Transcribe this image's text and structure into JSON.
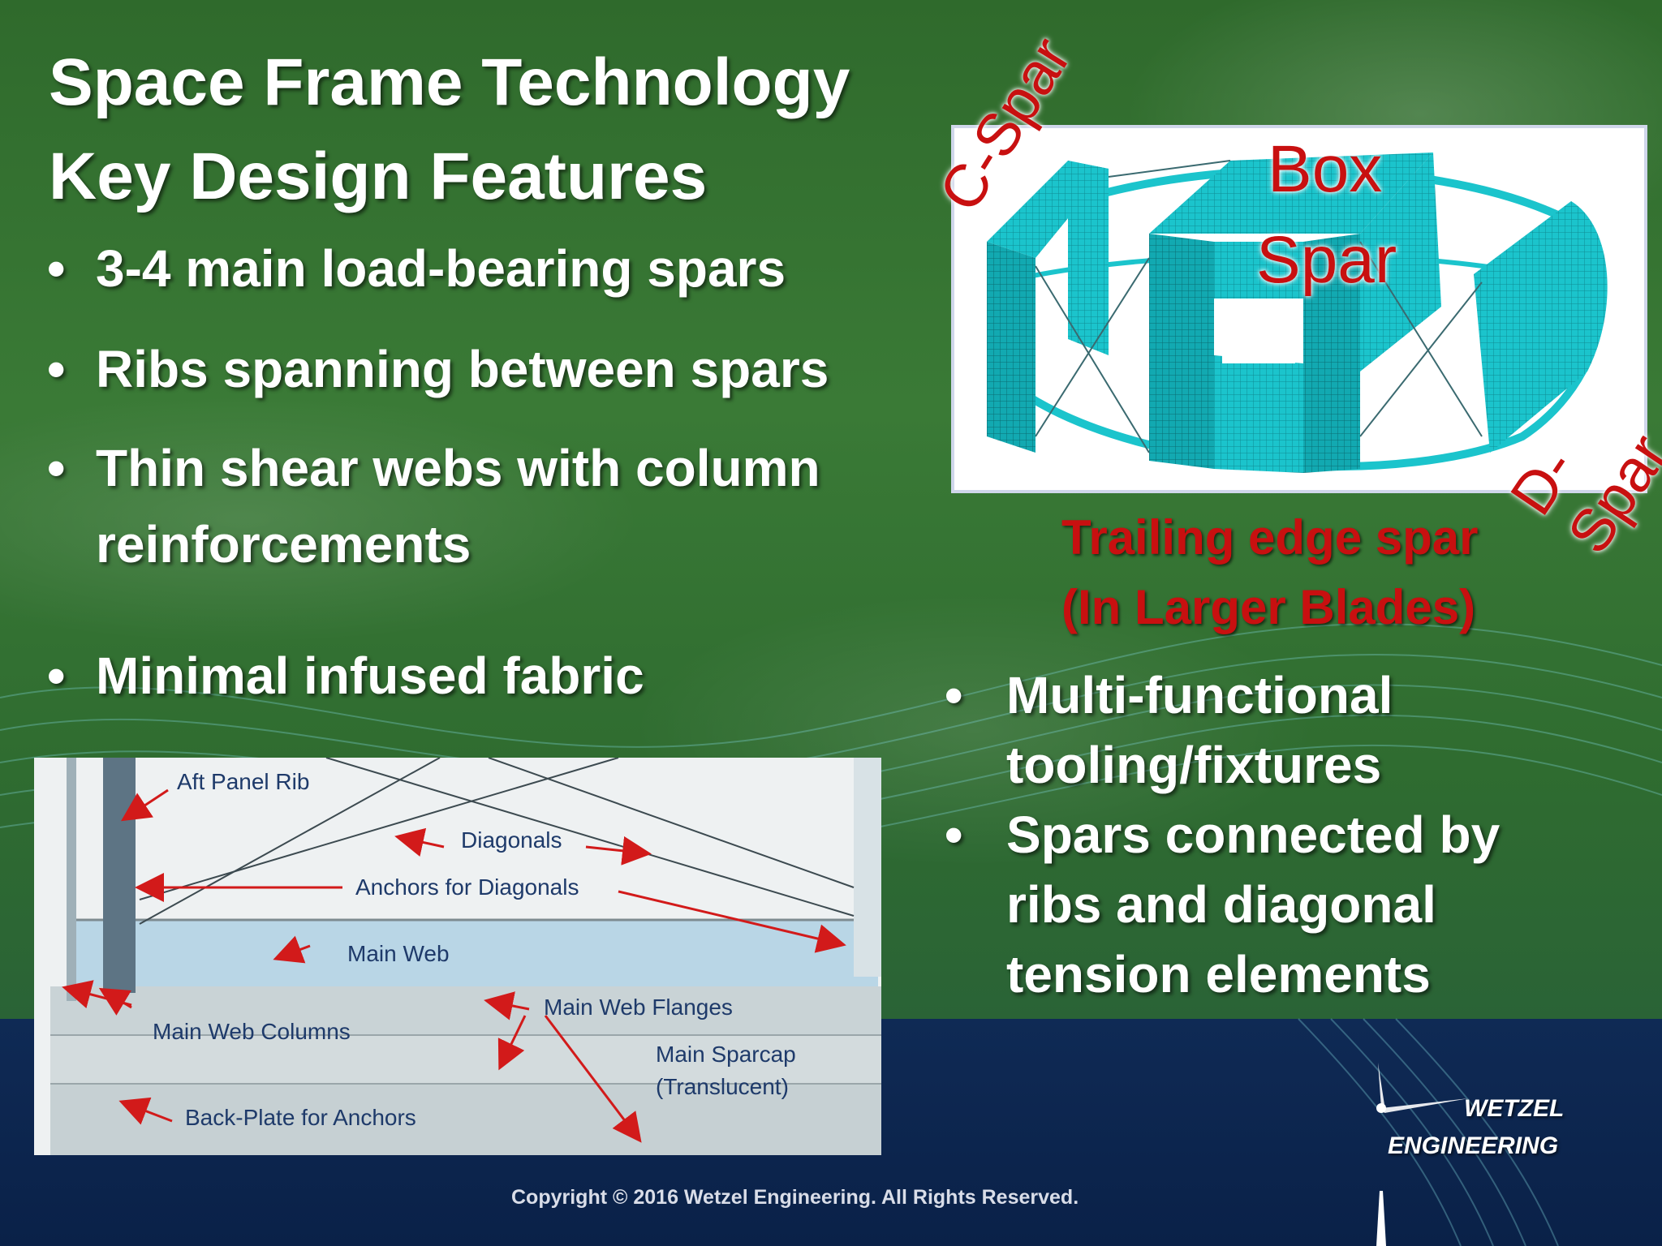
{
  "title": {
    "line1": "Space Frame Technology",
    "line2": "Key Design Features"
  },
  "bullets_left": [
    "3-4 main load-bearing spars",
    "Ribs spanning between spars",
    "Thin shear webs with column",
    "reinforcements",
    "Minimal infused fabric"
  ],
  "bullet_glyph": "•",
  "model_labels": {
    "c_spar": "C-Spar",
    "box_spar_1": "Box",
    "box_spar_2": "Spar",
    "d_spar": "D-Spar",
    "trailing_1": "Trailing edge spar",
    "trailing_2": "(In Larger Blades)"
  },
  "bullets_right": [
    "Multi-functional",
    "tooling/fixtures",
    "Spars connected by",
    "ribs and diagonal",
    "tension elements"
  ],
  "diagram_labels": {
    "aft_panel_rib": "Aft Panel Rib",
    "diagonals": "Diagonals",
    "anchors": "Anchors for Diagonals",
    "main_web": "Main Web",
    "main_web_flanges": "Main Web Flanges",
    "main_web_columns": "Main Web Columns",
    "main_sparcap": "Main Sparcap",
    "translucent": "(Translucent)",
    "back_plate": "Back-Plate for Anchors"
  },
  "logo": {
    "line1": "WETZEL",
    "line2": "ENGINEERING"
  },
  "copyright": "Copyright © 2016 Wetzel Engineering.  All Rights Reserved.",
  "colors": {
    "accent_red": "#c81010",
    "mesh_cyan": "#19c8cf",
    "label_blue": "#1e3a6a",
    "arrow_red": "#d21a1a"
  }
}
